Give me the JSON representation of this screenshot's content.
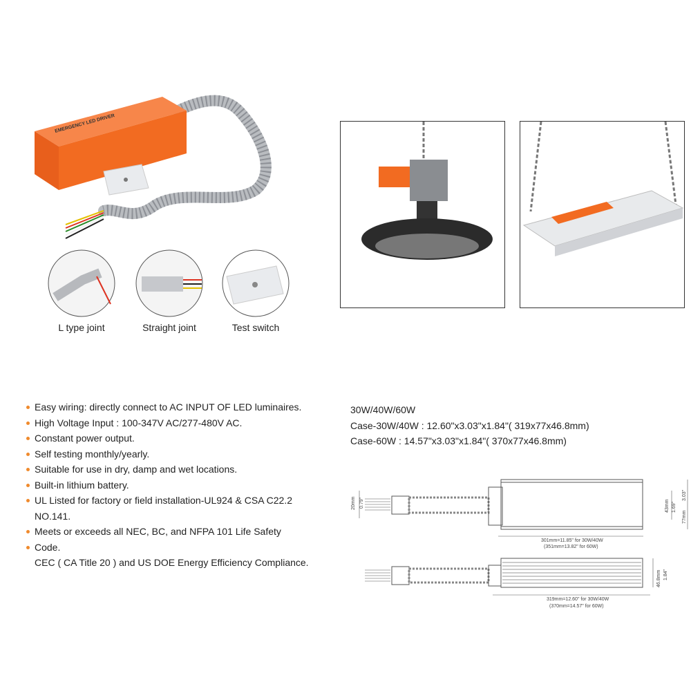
{
  "product": {
    "label_title": "EMERGENCY LED DRIVER"
  },
  "joints": [
    {
      "label": "L type joint"
    },
    {
      "label": "Straight joint"
    },
    {
      "label": "Test switch"
    }
  ],
  "features": [
    "Easy wiring: directly connect to AC INPUT OF LED luminaires.",
    "High Voltage Input : 100-347V AC/277-480V AC.",
    "Constant power output.",
    "Self testing monthly/yearly.",
    "Suitable for use in dry, damp and wet locations.",
    "Built-in lithium battery.",
    "UL Listed for factory or field installation-UL924 & CSA C22.2",
    "NO.141.",
    "Meets or exceeds all NEC, BC, and NFPA 101 Life Safety",
    "Code.",
    "CEC ( CA Title 20 ) and US DOE Energy Efficiency Compliance."
  ],
  "specs": {
    "wattage": "30W/40W/60W",
    "case_30_40": "Case-30W/40W : 12.60\"x3.03\"x1.84\"( 319x77x46.8mm)",
    "case_60": "Case-60W : 14.57\"x3.03\"x1.84\"( 370x77x46.8mm)"
  },
  "drawing": {
    "wire_h_mm": "20mm",
    "wire_h_in": "0.79\"",
    "len_top_1": "301mm=11.85\"  for 30W/40W",
    "len_top_2": "(351mm=13.82\"  for 60W)",
    "mount_mm": "43mm",
    "mount_in": "1.69\"",
    "width_mm": "77mm",
    "width_in": "3.03\"",
    "height_mm": "46.8mm",
    "height_in": "1.84\"",
    "len_bot_1": "319mm=12.60\"  for 30W/40W",
    "len_bot_2": "(370mm=14.57\"  for 60W)"
  },
  "colors": {
    "accent": "#f08a2c",
    "driver": "#f26b21"
  }
}
